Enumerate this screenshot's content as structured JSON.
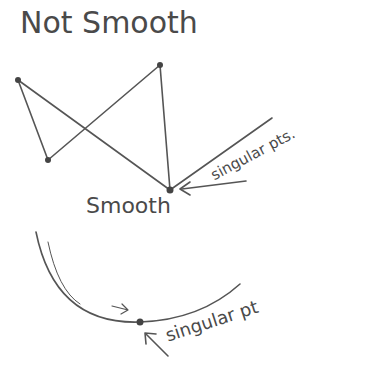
{
  "diagram": {
    "title": "Not Smooth",
    "labels": [
      "Smooth",
      "singular pts.",
      "singular pt"
    ]
  }
}
